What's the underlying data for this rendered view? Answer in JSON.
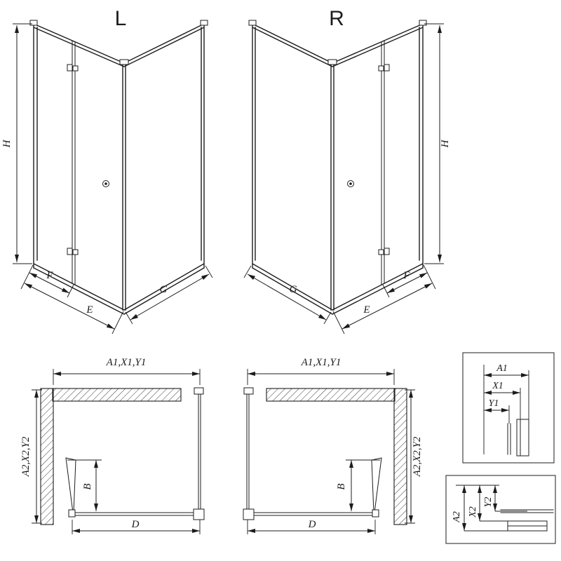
{
  "views": {
    "perspective_left": {
      "variant": "L",
      "dim_h": "H",
      "dim_f": "F",
      "dim_e": "E",
      "dim_g": "G"
    },
    "perspective_right": {
      "variant": "R",
      "dim_h": "H",
      "dim_f": "F",
      "dim_e": "E",
      "dim_g": "G"
    },
    "plan_left": {
      "dim_a1": "A1,X1,Y1",
      "dim_a2": "A2,X2,Y2",
      "dim_b": "B",
      "dim_d": "D"
    },
    "plan_right": {
      "dim_a1": "A1,X1,Y1",
      "dim_a2": "A2,X2,Y2",
      "dim_b": "B",
      "dim_d": "D"
    },
    "detail_top": {
      "dim_a1": "A1",
      "dim_x1": "X1",
      "dim_y1": "Y1"
    },
    "detail_bottom": {
      "dim_a2": "A2",
      "dim_x2": "X2",
      "dim_y2": "Y2"
    }
  },
  "colors": {
    "line": "#1c1c1c",
    "background": "#ffffff"
  }
}
